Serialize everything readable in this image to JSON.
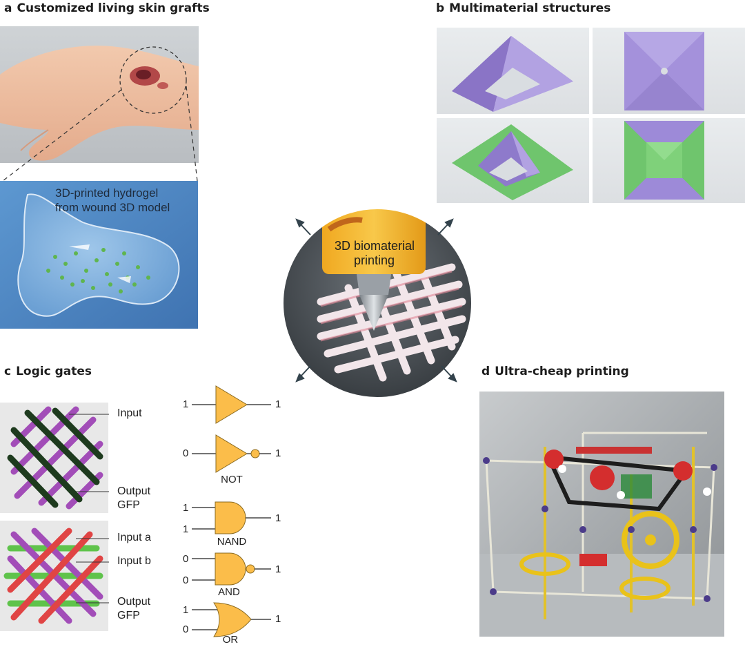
{
  "panels": {
    "a": {
      "letter": "a",
      "title": "Customized living skin grafts",
      "inset_caption_1": "3D-printed hydrogel",
      "inset_caption_2": "from wound 3D model"
    },
    "b": {
      "letter": "b",
      "title": "Multimaterial structures"
    },
    "c": {
      "letter": "c",
      "title": "Logic gates",
      "labels": {
        "input": "Input",
        "output1": "Output",
        "gfp1": "GFP",
        "input_a": "Input a",
        "input_b": "Input b",
        "output2": "Output",
        "gfp2": "GFP"
      },
      "gates": [
        {
          "name": "",
          "in": [
            "1"
          ],
          "out": "1",
          "bubble": false
        },
        {
          "name": "NOT",
          "in": [
            "0"
          ],
          "out": "1",
          "bubble": true
        },
        {
          "name": "NAND",
          "in": [
            "1",
            "1"
          ],
          "out": "1",
          "bubble": false
        },
        {
          "name": "AND",
          "in": [
            "0",
            "0"
          ],
          "out": "1",
          "bubble": true
        },
        {
          "name": "OR",
          "in": [
            "1",
            "0"
          ],
          "out": "1",
          "bubble": false
        }
      ]
    },
    "d": {
      "letter": "d",
      "title": "Ultra-cheap printing"
    }
  },
  "center": {
    "caption_line1": "3D biomaterial",
    "caption_line2": "printing"
  },
  "colors": {
    "gate_fill": "#fbbd4a",
    "purple": "#a98fd8",
    "green": "#7cc96f",
    "hydrogel_blue": "#4f86c4",
    "nozzle_yellow": "#f5b82e",
    "arrow": "#33434c"
  }
}
